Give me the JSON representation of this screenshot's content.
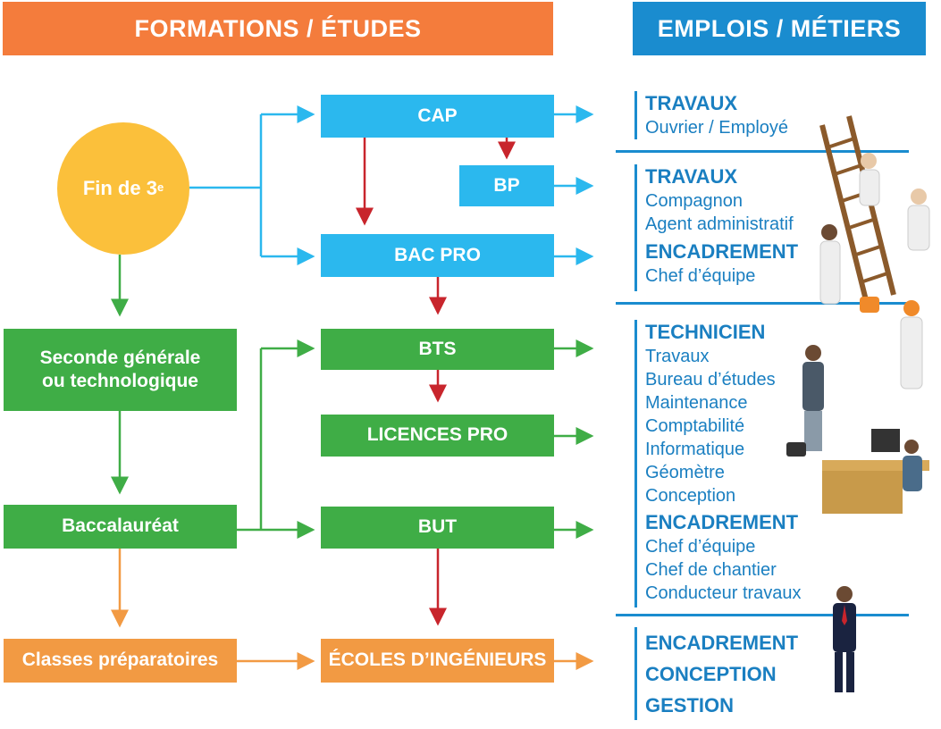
{
  "headers": {
    "left": "FORMATIONS / ÉTUDES",
    "right": "EMPLOIS / MÉTIERS",
    "left_color": "#f47c3c",
    "right_color": "#1a8ccf"
  },
  "start": {
    "label": "Fin de 3",
    "sup": "e"
  },
  "left_boxes": {
    "seconde_line1": "Seconde générale",
    "seconde_line2": "ou technologique",
    "bac": "Baccalauréat",
    "prepa": "Classes préparatoires"
  },
  "mid_boxes": {
    "cap": "CAP",
    "bp": "BP",
    "bacpro": "BAC PRO",
    "bts": "BTS",
    "licences": "LICENCES PRO",
    "but": "BUT",
    "ecoles": "ÉCOLES D’INGÉNIEURS"
  },
  "jobs": {
    "g1": {
      "title": "TRAVAUX",
      "items": [
        "Ouvrier / Employé"
      ]
    },
    "g2": {
      "title": "TRAVAUX",
      "items": [
        "Compagnon",
        "Agent administratif"
      ],
      "title2": "ENCADREMENT",
      "items2": [
        "Chef d’équipe"
      ]
    },
    "g3": {
      "title": "TECHNICIEN",
      "items": [
        "Travaux",
        "Bureau d’études",
        "Maintenance",
        "Comptabilité",
        "Informatique",
        "Géomètre",
        "Conception"
      ],
      "title2": "ENCADREMENT",
      "items2": [
        "Chef d’équipe",
        "Chef de chantier",
        "Conducteur travaux"
      ]
    },
    "g4": {
      "titles": [
        "ENCADREMENT",
        "CONCEPTION",
        "GESTION"
      ]
    }
  },
  "colors": {
    "blue": "#2bb8ee",
    "green": "#3fad46",
    "orange": "#f29a43",
    "yellow": "#fbc03b",
    "red_arrow": "#c8252c",
    "job_text": "#1a7fc1"
  }
}
